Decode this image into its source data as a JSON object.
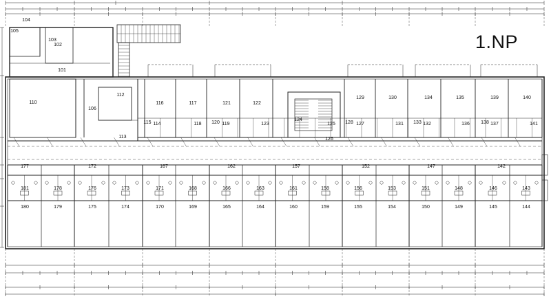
{
  "drawing": {
    "floor_label": "1.NP",
    "line_color": "#222222",
    "background": "#ffffff"
  },
  "rooms": {
    "north_annex": [
      {
        "id": "r105",
        "label": "105"
      },
      {
        "id": "r103",
        "label": "103"
      },
      {
        "id": "r104",
        "label": "104"
      },
      {
        "id": "r102",
        "label": "102"
      },
      {
        "id": "r101",
        "label": "101"
      },
      {
        "id": "r110",
        "label": "110"
      },
      {
        "id": "r106",
        "label": "106"
      },
      {
        "id": "r112",
        "label": "112"
      },
      {
        "id": "r113",
        "label": "113"
      }
    ],
    "north_row_large": [
      {
        "id": "r116",
        "label": "116"
      },
      {
        "id": "r117",
        "label": "117"
      },
      {
        "id": "r121",
        "label": "121"
      },
      {
        "id": "r122",
        "label": "122"
      },
      {
        "id": "r129",
        "label": "129"
      },
      {
        "id": "r130",
        "label": "130"
      },
      {
        "id": "r134",
        "label": "134"
      },
      {
        "id": "r135",
        "label": "135"
      },
      {
        "id": "r139",
        "label": "139"
      },
      {
        "id": "r140",
        "label": "140"
      }
    ],
    "north_row_small": [
      {
        "id": "r115",
        "label": "115"
      },
      {
        "id": "r114",
        "label": "114"
      },
      {
        "id": "r118",
        "label": "118"
      },
      {
        "id": "r120",
        "label": "120"
      },
      {
        "id": "r119",
        "label": "119"
      },
      {
        "id": "r123",
        "label": "123"
      },
      {
        "id": "r124",
        "label": "124"
      },
      {
        "id": "r125",
        "label": "125"
      },
      {
        "id": "r128",
        "label": "128"
      },
      {
        "id": "r127",
        "label": "127"
      },
      {
        "id": "r131",
        "label": "131"
      },
      {
        "id": "r133",
        "label": "133"
      },
      {
        "id": "r132",
        "label": "132"
      },
      {
        "id": "r136",
        "label": "136"
      },
      {
        "id": "r138",
        "label": "138"
      },
      {
        "id": "r137",
        "label": "137"
      },
      {
        "id": "r141",
        "label": "141"
      }
    ],
    "corridor": [
      {
        "id": "r126",
        "label": "126"
      }
    ],
    "south_row_upper": [
      {
        "id": "r177",
        "label": "177"
      },
      {
        "id": "r172",
        "label": "172"
      },
      {
        "id": "r167",
        "label": "167"
      },
      {
        "id": "r162",
        "label": "162"
      },
      {
        "id": "r157",
        "label": "157"
      },
      {
        "id": "r152",
        "label": "152"
      },
      {
        "id": "r147",
        "label": "147"
      },
      {
        "id": "r142",
        "label": "142"
      }
    ],
    "south_row_mid": [
      {
        "id": "r181",
        "label": "181"
      },
      {
        "id": "r178",
        "label": "178"
      },
      {
        "id": "r176",
        "label": "176"
      },
      {
        "id": "r173",
        "label": "173"
      },
      {
        "id": "r171",
        "label": "171"
      },
      {
        "id": "r168",
        "label": "168"
      },
      {
        "id": "r166",
        "label": "166"
      },
      {
        "id": "r163",
        "label": "163"
      },
      {
        "id": "r161",
        "label": "161"
      },
      {
        "id": "r158",
        "label": "158"
      },
      {
        "id": "r156",
        "label": "156"
      },
      {
        "id": "r153",
        "label": "153"
      },
      {
        "id": "r151",
        "label": "151"
      },
      {
        "id": "r148",
        "label": "148"
      },
      {
        "id": "r146",
        "label": "146"
      },
      {
        "id": "r143",
        "label": "143"
      }
    ],
    "south_row_lower": [
      {
        "id": "r180",
        "label": "180"
      },
      {
        "id": "r179",
        "label": "179"
      },
      {
        "id": "r175",
        "label": "175"
      },
      {
        "id": "r174",
        "label": "174"
      },
      {
        "id": "r170",
        "label": "170"
      },
      {
        "id": "r169",
        "label": "169"
      },
      {
        "id": "r165",
        "label": "165"
      },
      {
        "id": "r164",
        "label": "164"
      },
      {
        "id": "r160",
        "label": "160"
      },
      {
        "id": "r159",
        "label": "159"
      },
      {
        "id": "r155",
        "label": "155"
      },
      {
        "id": "r154",
        "label": "154"
      },
      {
        "id": "r150",
        "label": "150"
      },
      {
        "id": "r149",
        "label": "149"
      },
      {
        "id": "r145",
        "label": "145"
      },
      {
        "id": "r144",
        "label": "144"
      }
    ]
  }
}
